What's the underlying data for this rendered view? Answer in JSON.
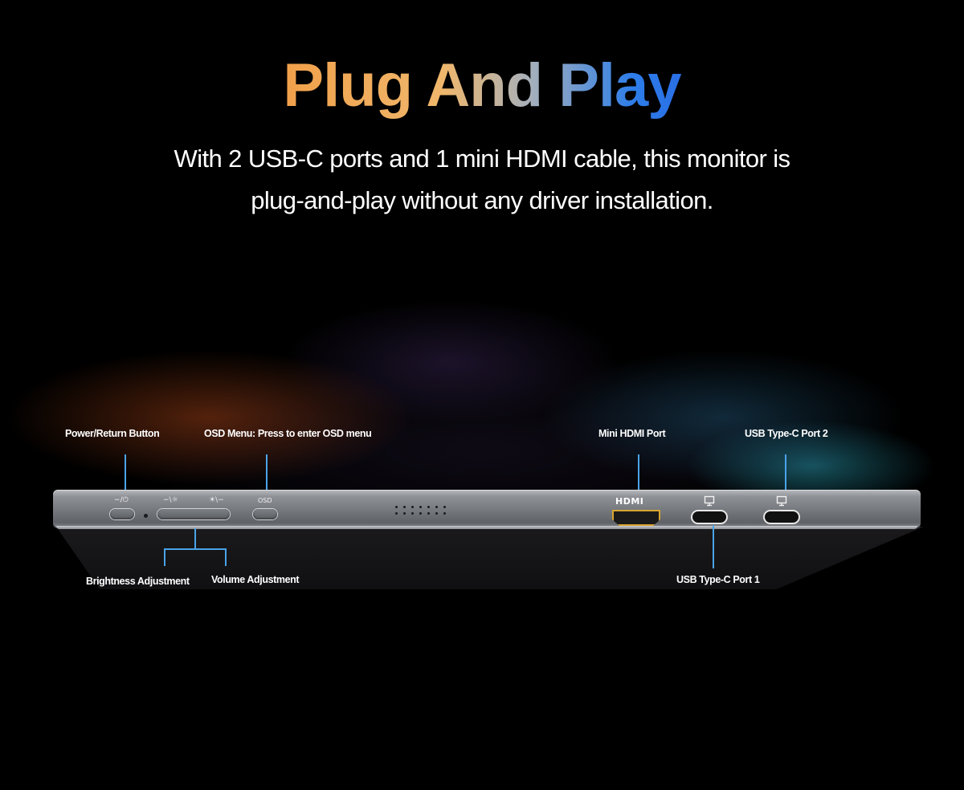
{
  "header": {
    "title": "Plug And Play",
    "subtitle": "With 2 USB-C ports and 1 mini HDMI cable, this monitor is plug-and-play without any driver installation."
  },
  "callouts": {
    "power": "Power/Return Button",
    "osd": "OSD Menu: Press to enter OSD menu",
    "mini_hdmi": "Mini HDMI Port",
    "usbc2": "USB Type-C Port 2",
    "brightness": "Brightness Adjustment",
    "volume": "Volume Adjustment",
    "usbc1": "USB Type-C Port 1"
  },
  "device": {
    "power_glyph": "−/⏻",
    "brightness_glyph": "−\\☼",
    "volume_glyph": "☀\\−",
    "osd_glyph": "OSD",
    "hdmi_logo": "HDMI"
  },
  "icons": {
    "usbc1": "monitor-icon",
    "usbc2": "monitor-icon"
  },
  "colors": {
    "callout_line": "#4aa3e8",
    "hdmi_port": "#d9a531",
    "title_gradient_start": "#f1a04a",
    "title_gradient_end": "#2a6fe6"
  }
}
